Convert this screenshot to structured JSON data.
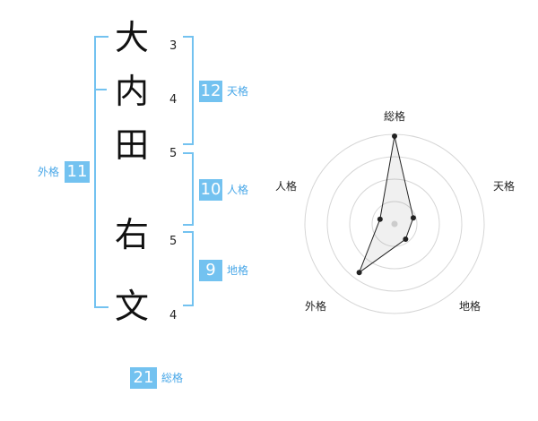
{
  "name": {
    "chars": [
      {
        "char": "大",
        "strokes": "3"
      },
      {
        "char": "内",
        "strokes": "4"
      },
      {
        "char": "田",
        "strokes": "5"
      },
      {
        "char": "右",
        "strokes": "5"
      },
      {
        "char": "文",
        "strokes": "4"
      }
    ]
  },
  "scores": {
    "tenkaku": {
      "value": "12",
      "label": "天格"
    },
    "jinkaku": {
      "value": "10",
      "label": "人格"
    },
    "chikaku": {
      "value": "9",
      "label": "地格"
    },
    "gaikaku": {
      "value": "11",
      "label": "外格"
    },
    "soukaku": {
      "value": "21",
      "label": "総格"
    }
  },
  "radar": {
    "labels": {
      "top": "総格",
      "right": "天格",
      "bottom_right": "地格",
      "bottom_left": "外格",
      "left": "人格"
    },
    "levels": [
      0.25,
      0.5,
      0.75,
      1.0
    ],
    "values": {
      "soukaku": 0.98,
      "tenkaku": 0.22,
      "chikaku": 0.21,
      "gaikaku": 0.67,
      "jinkaku": 0.17
    }
  },
  "colors": {
    "accent": "#73c2f0",
    "label": "#4aa8e8"
  }
}
